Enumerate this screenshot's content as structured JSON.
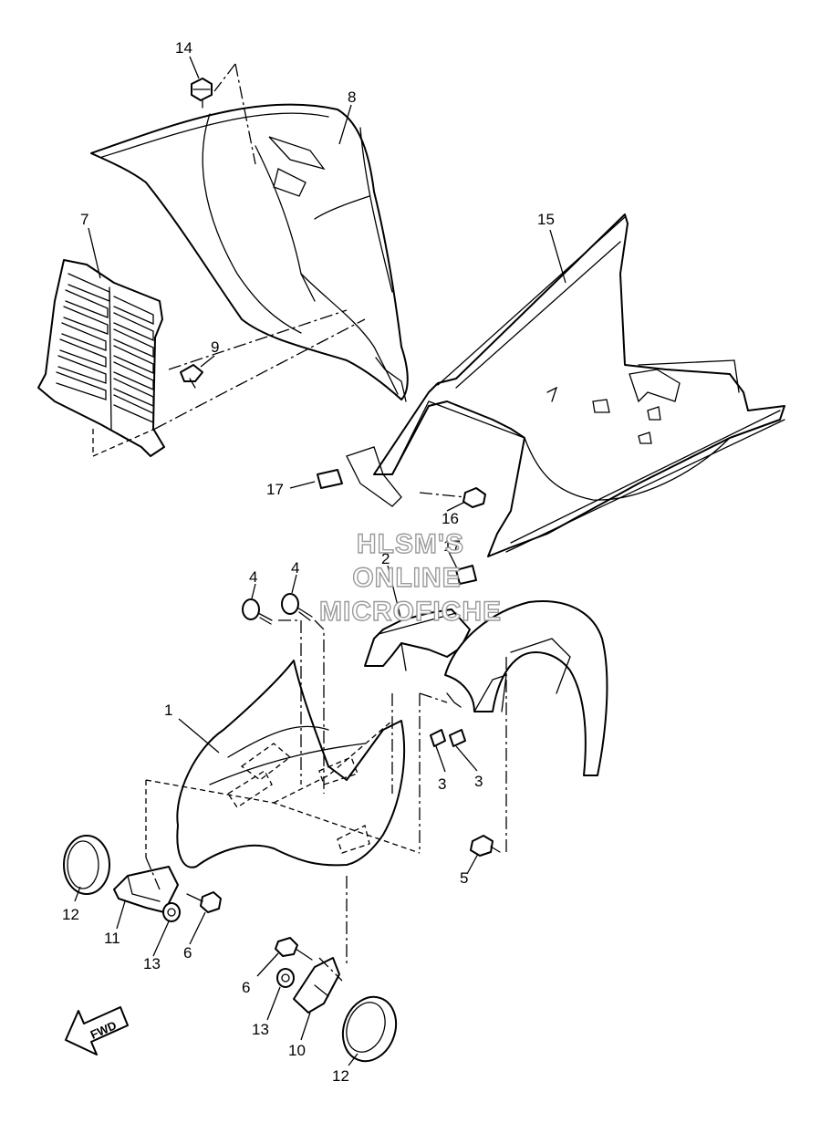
{
  "callouts": {
    "c1": "1",
    "c2": "2",
    "c3a": "3",
    "c3b": "3",
    "c4a": "4",
    "c4b": "4",
    "c5": "5",
    "c6a": "6",
    "c6b": "6",
    "c7": "7",
    "c8": "8",
    "c9": "9",
    "c10": "10",
    "c11": "11",
    "c12a": "12",
    "c12b": "12",
    "c13a": "13",
    "c13b": "13",
    "c14": "14",
    "c15": "15",
    "c16": "16",
    "c17a": "17",
    "c17b": "17"
  },
  "watermark": {
    "line1": "HLSM'S",
    "line2": "ONLINE",
    "line3": "MICROFICHE"
  },
  "direction_badge": {
    "label": "FWD",
    "icon": "fwd-arrow-icon"
  }
}
